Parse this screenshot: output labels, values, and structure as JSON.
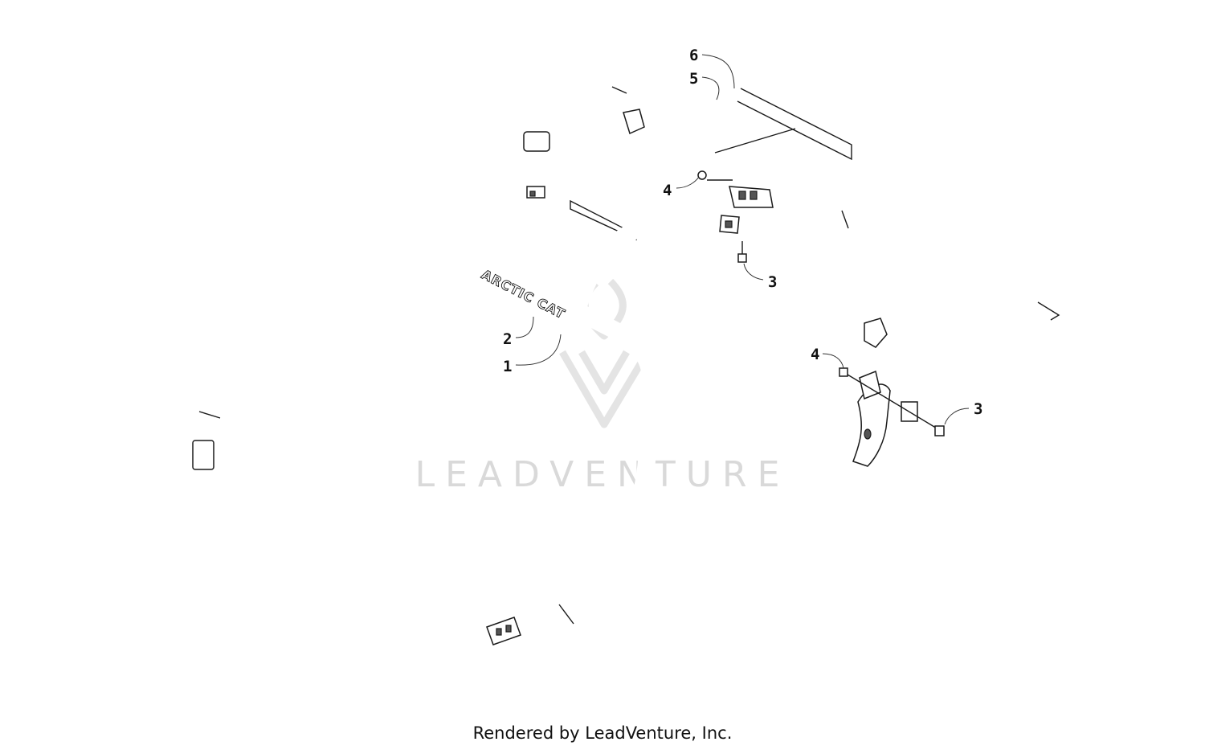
{
  "diagram": {
    "callouts": [
      {
        "id": "c6",
        "label": "6"
      },
      {
        "id": "c5",
        "label": "5"
      },
      {
        "id": "c4a",
        "label": "4"
      },
      {
        "id": "c3a",
        "label": "3"
      },
      {
        "id": "c2",
        "label": "2"
      },
      {
        "id": "c1",
        "label": "1"
      },
      {
        "id": "c4b",
        "label": "4"
      },
      {
        "id": "c3b",
        "label": "3"
      }
    ],
    "decal_text": "ARCTIC CAT",
    "watermark": "LEADVENTURE"
  },
  "footer": {
    "credit": "Rendered by LeadVenture, Inc."
  }
}
